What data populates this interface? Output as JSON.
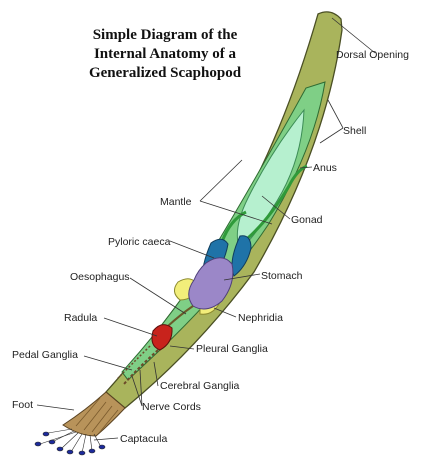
{
  "title_lines": [
    "Simple Diagram of the",
    "Internal Anatomy of a",
    "Generalized Scaphopod"
  ],
  "labels": {
    "dorsal_opening": "Dorsal Opening",
    "shell": "Shell",
    "anus": "Anus",
    "mantle": "Mantle",
    "gonad": "Gonad",
    "pyloric_caeca": "Pyloric caeca",
    "stomach": "Stomach",
    "oesophagus": "Oesophagus",
    "nephridia": "Nephridia",
    "radula": "Radula",
    "pleural_ganglia": "Pleural Ganglia",
    "pedal_ganglia": "Pedal Ganglia",
    "cerebral_ganglia": "Cerebral Ganglia",
    "nerve_cords": "Nerve Cords",
    "foot": "Foot",
    "captacula": "Captacula"
  },
  "colors": {
    "shell": "#a9b45c",
    "mantle": "#7fcf86",
    "gonad": "#b6f0cf",
    "gut_loop": "#2f9a3a",
    "pyloric_caeca": "#1f73a8",
    "stomach": "#9b87c8",
    "nephridia": "#f2ee7a",
    "radula": "#c8231c",
    "foot": "#b8935a",
    "captacula": "#1c2a9c"
  }
}
